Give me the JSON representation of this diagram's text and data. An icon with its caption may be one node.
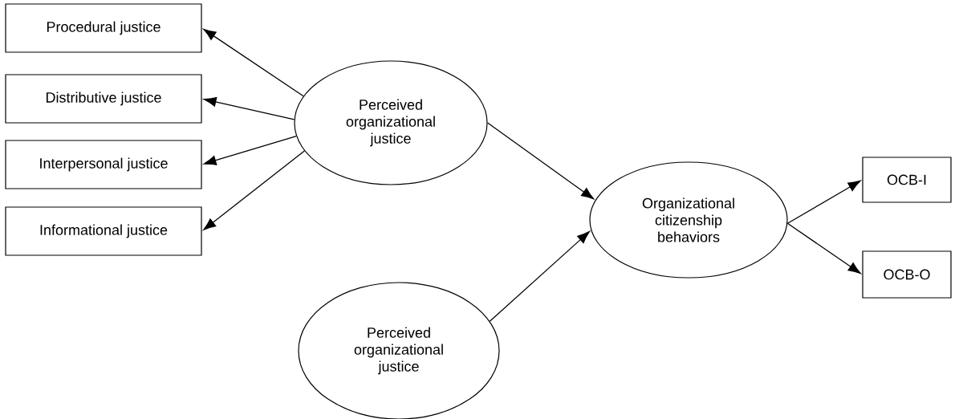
{
  "diagram": {
    "nodes": [
      {
        "text": [
          "Procedural justice"
        ]
      },
      {
        "text": [
          "Distributive justice"
        ]
      },
      {
        "text": [
          "Interpersonal justice"
        ]
      },
      {
        "text": [
          "Informational justice"
        ]
      },
      {
        "text": [
          "Perceived organizational justice"
        ]
      },
      {
        "text": [
          "Perceived organizational justice"
        ]
      },
      {
        "text": [
          "Organizational citizenship behaviors"
        ]
      },
      {
        "text": [
          "OCB-I"
        ]
      },
      {
        "text": [
          "OCB-O"
        ]
      }
    ],
    "edges": [
      {
        "from": 4,
        "to": 0,
        "arrow": "to"
      },
      {
        "from": 4,
        "to": 1,
        "arrow": "to"
      },
      {
        "from": 4,
        "to": 2,
        "arrow": "to"
      },
      {
        "from": 4,
        "to": 3,
        "arrow": "to"
      },
      {
        "from": 4,
        "to": 6,
        "arrow": "to"
      },
      {
        "from": 5,
        "to": 6,
        "arrow": "to"
      },
      {
        "from": 6,
        "to": 7,
        "arrow": "to"
      },
      {
        "from": 6,
        "to": 8,
        "arrow": "to"
      }
    ]
  }
}
